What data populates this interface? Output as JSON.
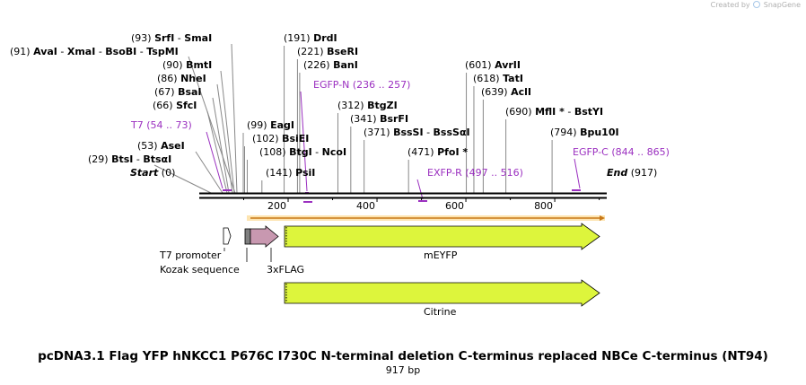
{
  "credit": {
    "prefix": "Created by",
    "brand": "SnapGene"
  },
  "title": "pcDNA3.1 Flag YFP hNKCC1 P676C I730C N-terminal deletion C-terminus replaced NBCe C-terminus (NT94)",
  "length_label": "917 bp",
  "sequence_length": 917,
  "ruler_ticks": [
    200,
    400,
    600,
    800
  ],
  "site_labels": [
    {
      "pos": "(91)",
      "names": [
        "AvaI",
        "XmaI",
        "BsoBI",
        "TspMI"
      ]
    },
    {
      "pos": "(93)",
      "names": [
        "SrfI",
        "SmaI"
      ]
    },
    {
      "pos": "(90)",
      "names": [
        "BmtI"
      ]
    },
    {
      "pos": "(86)",
      "names": [
        "NheI"
      ]
    },
    {
      "pos": "(67)",
      "names": [
        "BsaI"
      ]
    },
    {
      "pos": "(66)",
      "names": [
        "SfcI"
      ]
    },
    {
      "pos": "(53)",
      "names": [
        "AseI"
      ]
    },
    {
      "pos": "(29)",
      "names": [
        "BtsI",
        "BtsαI"
      ]
    },
    {
      "pos": "(0)",
      "names": [
        "Start"
      ]
    },
    {
      "pos": "(191)",
      "names": [
        "DrdI"
      ]
    },
    {
      "pos": "(221)",
      "names": [
        "BseRI"
      ]
    },
    {
      "pos": "(226)",
      "names": [
        "BanI"
      ]
    },
    {
      "pos": "(99)",
      "names": [
        "EagI"
      ]
    },
    {
      "pos": "(102)",
      "names": [
        "BsiEI"
      ]
    },
    {
      "pos": "(108)",
      "names": [
        "BtgI",
        "NcoI"
      ]
    },
    {
      "pos": "(141)",
      "names": [
        "PsiI"
      ]
    },
    {
      "pos": "(312)",
      "names": [
        "BtgZI"
      ]
    },
    {
      "pos": "(341)",
      "names": [
        "BsrFI"
      ]
    },
    {
      "pos": "(371)",
      "names": [
        "BssSI",
        "BssSαI"
      ]
    },
    {
      "pos": "(471)",
      "names": [
        "PfoI *"
      ]
    },
    {
      "pos": "(601)",
      "names": [
        "AvrII"
      ]
    },
    {
      "pos": "(618)",
      "names": [
        "TatI"
      ]
    },
    {
      "pos": "(639)",
      "names": [
        "AclI"
      ]
    },
    {
      "pos": "(690)",
      "names": [
        "MflI *",
        "BstYI"
      ]
    },
    {
      "pos": "(794)",
      "names": [
        "Bpu10I"
      ]
    },
    {
      "pos": "(917)",
      "names": [
        "End"
      ]
    }
  ],
  "feature_labels": [
    {
      "name": "EGFP-N",
      "range": "(236 .. 257)"
    },
    {
      "name": "T7",
      "range": "(54 .. 73)"
    },
    {
      "name": "EXFP-R",
      "range": "(497 .. 516)"
    },
    {
      "name": "EGFP-C",
      "range": "(844 .. 865)"
    }
  ],
  "features": [
    {
      "name": "T7 promoter",
      "start": 54,
      "end": 73
    },
    {
      "name": "Kozak sequence",
      "start": 106,
      "end": 115
    },
    {
      "name": "3xFLAG",
      "start": 115,
      "end": 184
    },
    {
      "name": "mEYFP",
      "start": 196,
      "end": 913
    },
    {
      "name": "Citrine",
      "start": 196,
      "end": 913
    }
  ],
  "colors": {
    "mEYFP": "#ddf53c",
    "Citrine": "#ddf53c",
    "3xFLAG": "#c898b0",
    "Kozak": "#7f7f7f",
    "primer": "#9b30c0",
    "orf": "#f0a030"
  }
}
